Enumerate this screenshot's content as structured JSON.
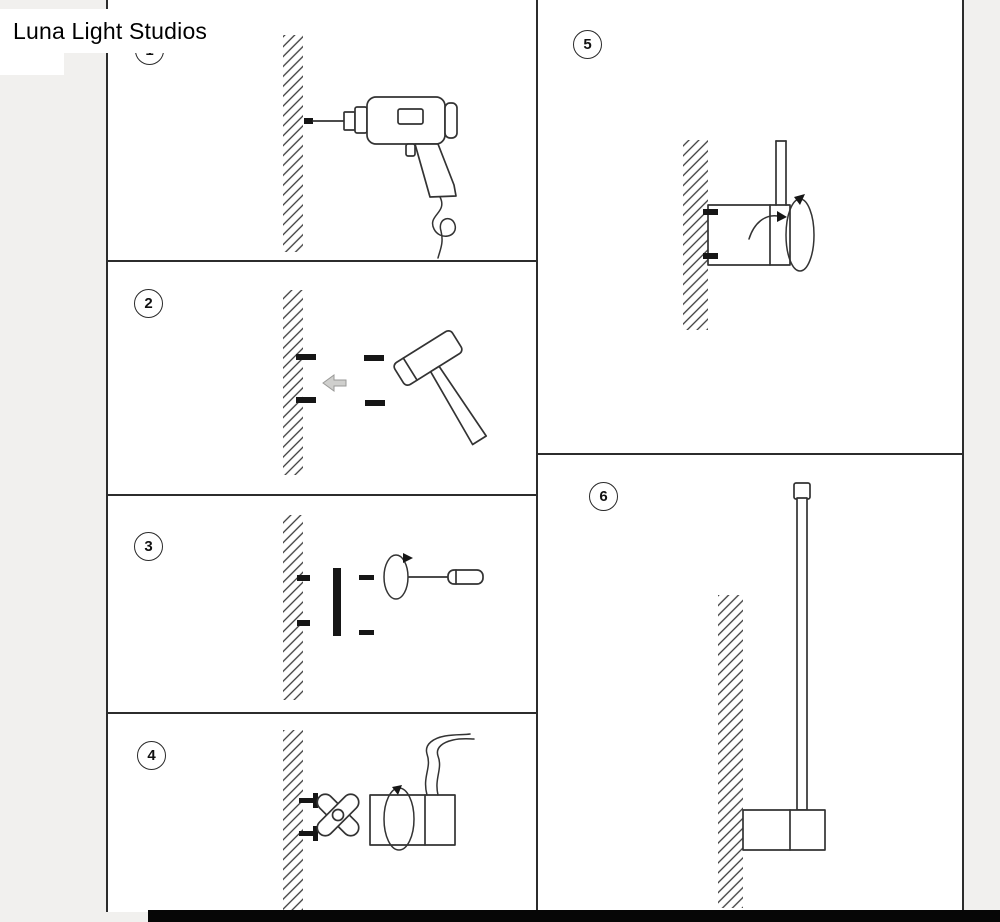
{
  "brand": {
    "watermark": "Luna Light Studios"
  },
  "diagram": {
    "steps": [
      {
        "number": "1",
        "icon": "drill-icon"
      },
      {
        "number": "2",
        "icon": "hammer-icon"
      },
      {
        "number": "3",
        "icon": "screwdriver-icon"
      },
      {
        "number": "4",
        "icon": "mounting-bracket-icon"
      },
      {
        "number": "5",
        "icon": "twist-stem-icon"
      },
      {
        "number": "6",
        "icon": "assembled-lamp-icon"
      }
    ]
  },
  "colors": {
    "line": "#333333",
    "panel": "#ffffff",
    "page_background": "#f1f0ee",
    "bottom_bar": "#060606"
  }
}
